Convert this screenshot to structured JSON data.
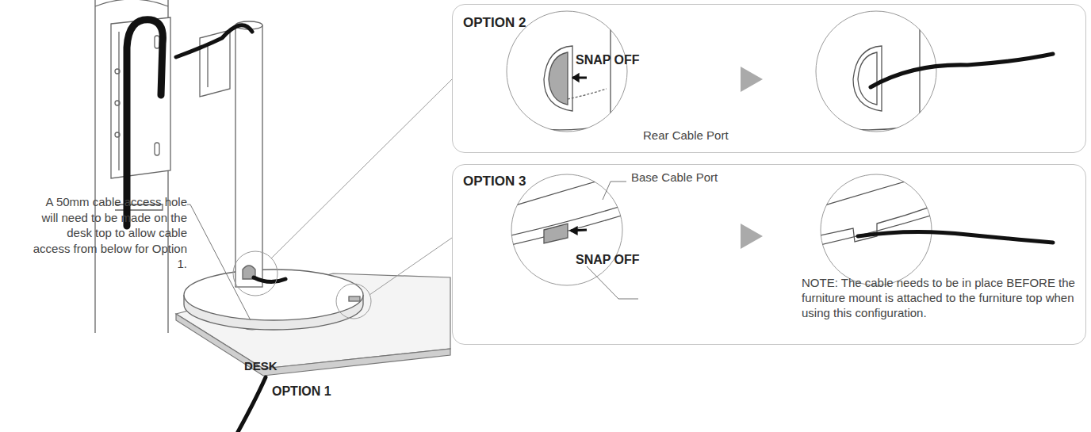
{
  "diagram": {
    "nodes": [
      {
        "text": [
          "OPTION 2",
          "SNAP OFF",
          "Rear Cable Port"
        ]
      },
      {
        "text": [
          "OPTION 3",
          "Base Cable Port",
          "SNAP OFF",
          "NOTE: The cable needs to be in place BEFORE the furniture mount is attached to the furniture top when using this configuration."
        ]
      }
    ],
    "labels": [
      "A 50mm cable access hole will need to be made on the desk top to allow cable access from below for Option 1.",
      "DESK",
      "OPTION 1"
    ]
  }
}
